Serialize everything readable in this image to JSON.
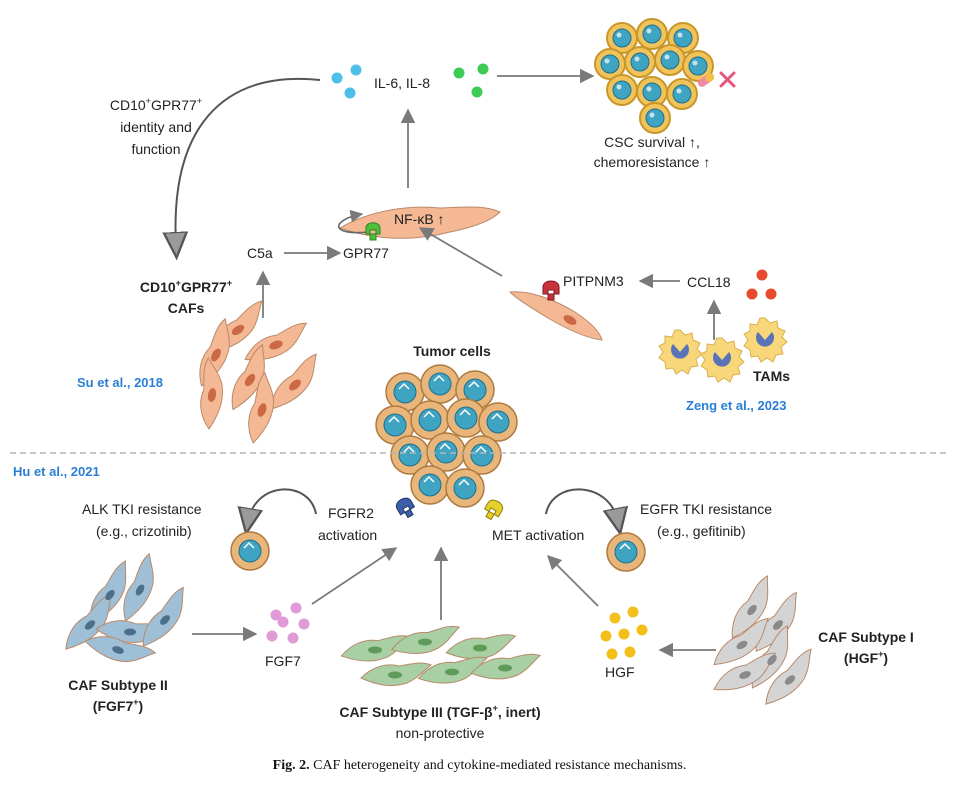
{
  "labels": {
    "il6_il8": "IL-6, IL-8",
    "csc_line1": "CSC survival ↑,",
    "csc_line2": "chemoresistance ↑",
    "identity_pre": "CD10",
    "identity_sup1": "+",
    "identity_mid": "GPR77",
    "identity_sup2": "+",
    "identity_line2": "identity and",
    "identity_line3": "function",
    "nfkb": "NF-κB ↑",
    "c5a": "C5a",
    "gpr77": "GPR77",
    "caf_cd10_pre": "CD10",
    "caf_cd10_sup1": "+",
    "caf_cd10_mid": "GPR77",
    "caf_cd10_sup2": "+",
    "caf_cd10_line2": "CAFs",
    "pitpnm3": "PITPNM3",
    "ccl18": "CCL18",
    "tams": "TAMs",
    "tumor_cells": "Tumor cells",
    "alk_line1": "ALK TKI resistance",
    "alk_line2": "(e.g., crizotinib)",
    "fgfr2_line1": "FGFR2",
    "fgfr2_line2": "activation",
    "met_activation": "MET activation",
    "egfr_line1": "EGFR TKI resistance",
    "egfr_line2": "(e.g., gefitinib)",
    "fgf7": "FGF7",
    "hgf": "HGF",
    "caf2_line1": "CAF Subtype II",
    "caf2_line2_pre": "(FGF7",
    "caf2_line2_sup": "+",
    "caf2_line2_post": ")",
    "caf3_pre": "CAF Subtype III (TGF-β",
    "caf3_sup": "+",
    "caf3_post": ", inert)",
    "caf3_line2": "non-protective",
    "caf1_line1": "CAF Subtype I",
    "caf1_line2_pre": "(HGF",
    "caf1_line2_sup": "+",
    "caf1_line2_post": ")"
  },
  "citations": {
    "su": "Su et al., 2018",
    "zeng": "Zeng et al., 2023",
    "hu": "Hu et al., 2021"
  },
  "caption": {
    "label": "Fig. 2.",
    "text": "CAF heterogeneity and cytokine-mediated resistance mechanisms."
  },
  "colors": {
    "arrow": "#7a7a7a",
    "citation": "#2a7fd4",
    "divider": "#b5b5b5",
    "caf_orange": "#f4b894",
    "caf_blue": "#9fbfd6",
    "caf_green": "#a9cfa4",
    "caf_gray": "#d4d4d4",
    "tumor_cell": "#e8b67a",
    "nucleus": "#3fa3c2",
    "tam": "#f7d77a",
    "il6_dot": "#4dbfe8",
    "il8_dot": "#3dcb55",
    "ccl18_dot": "#e84a2e",
    "fgf7_dot": "#e19ad8",
    "hgf_dot": "#f5bf1a",
    "receptor_gpr77": "#4fbf3a",
    "receptor_pitpnm3": "#c8323a",
    "receptor_fgfr2": "#3d5ea8",
    "receptor_met": "#e5cf2a"
  }
}
